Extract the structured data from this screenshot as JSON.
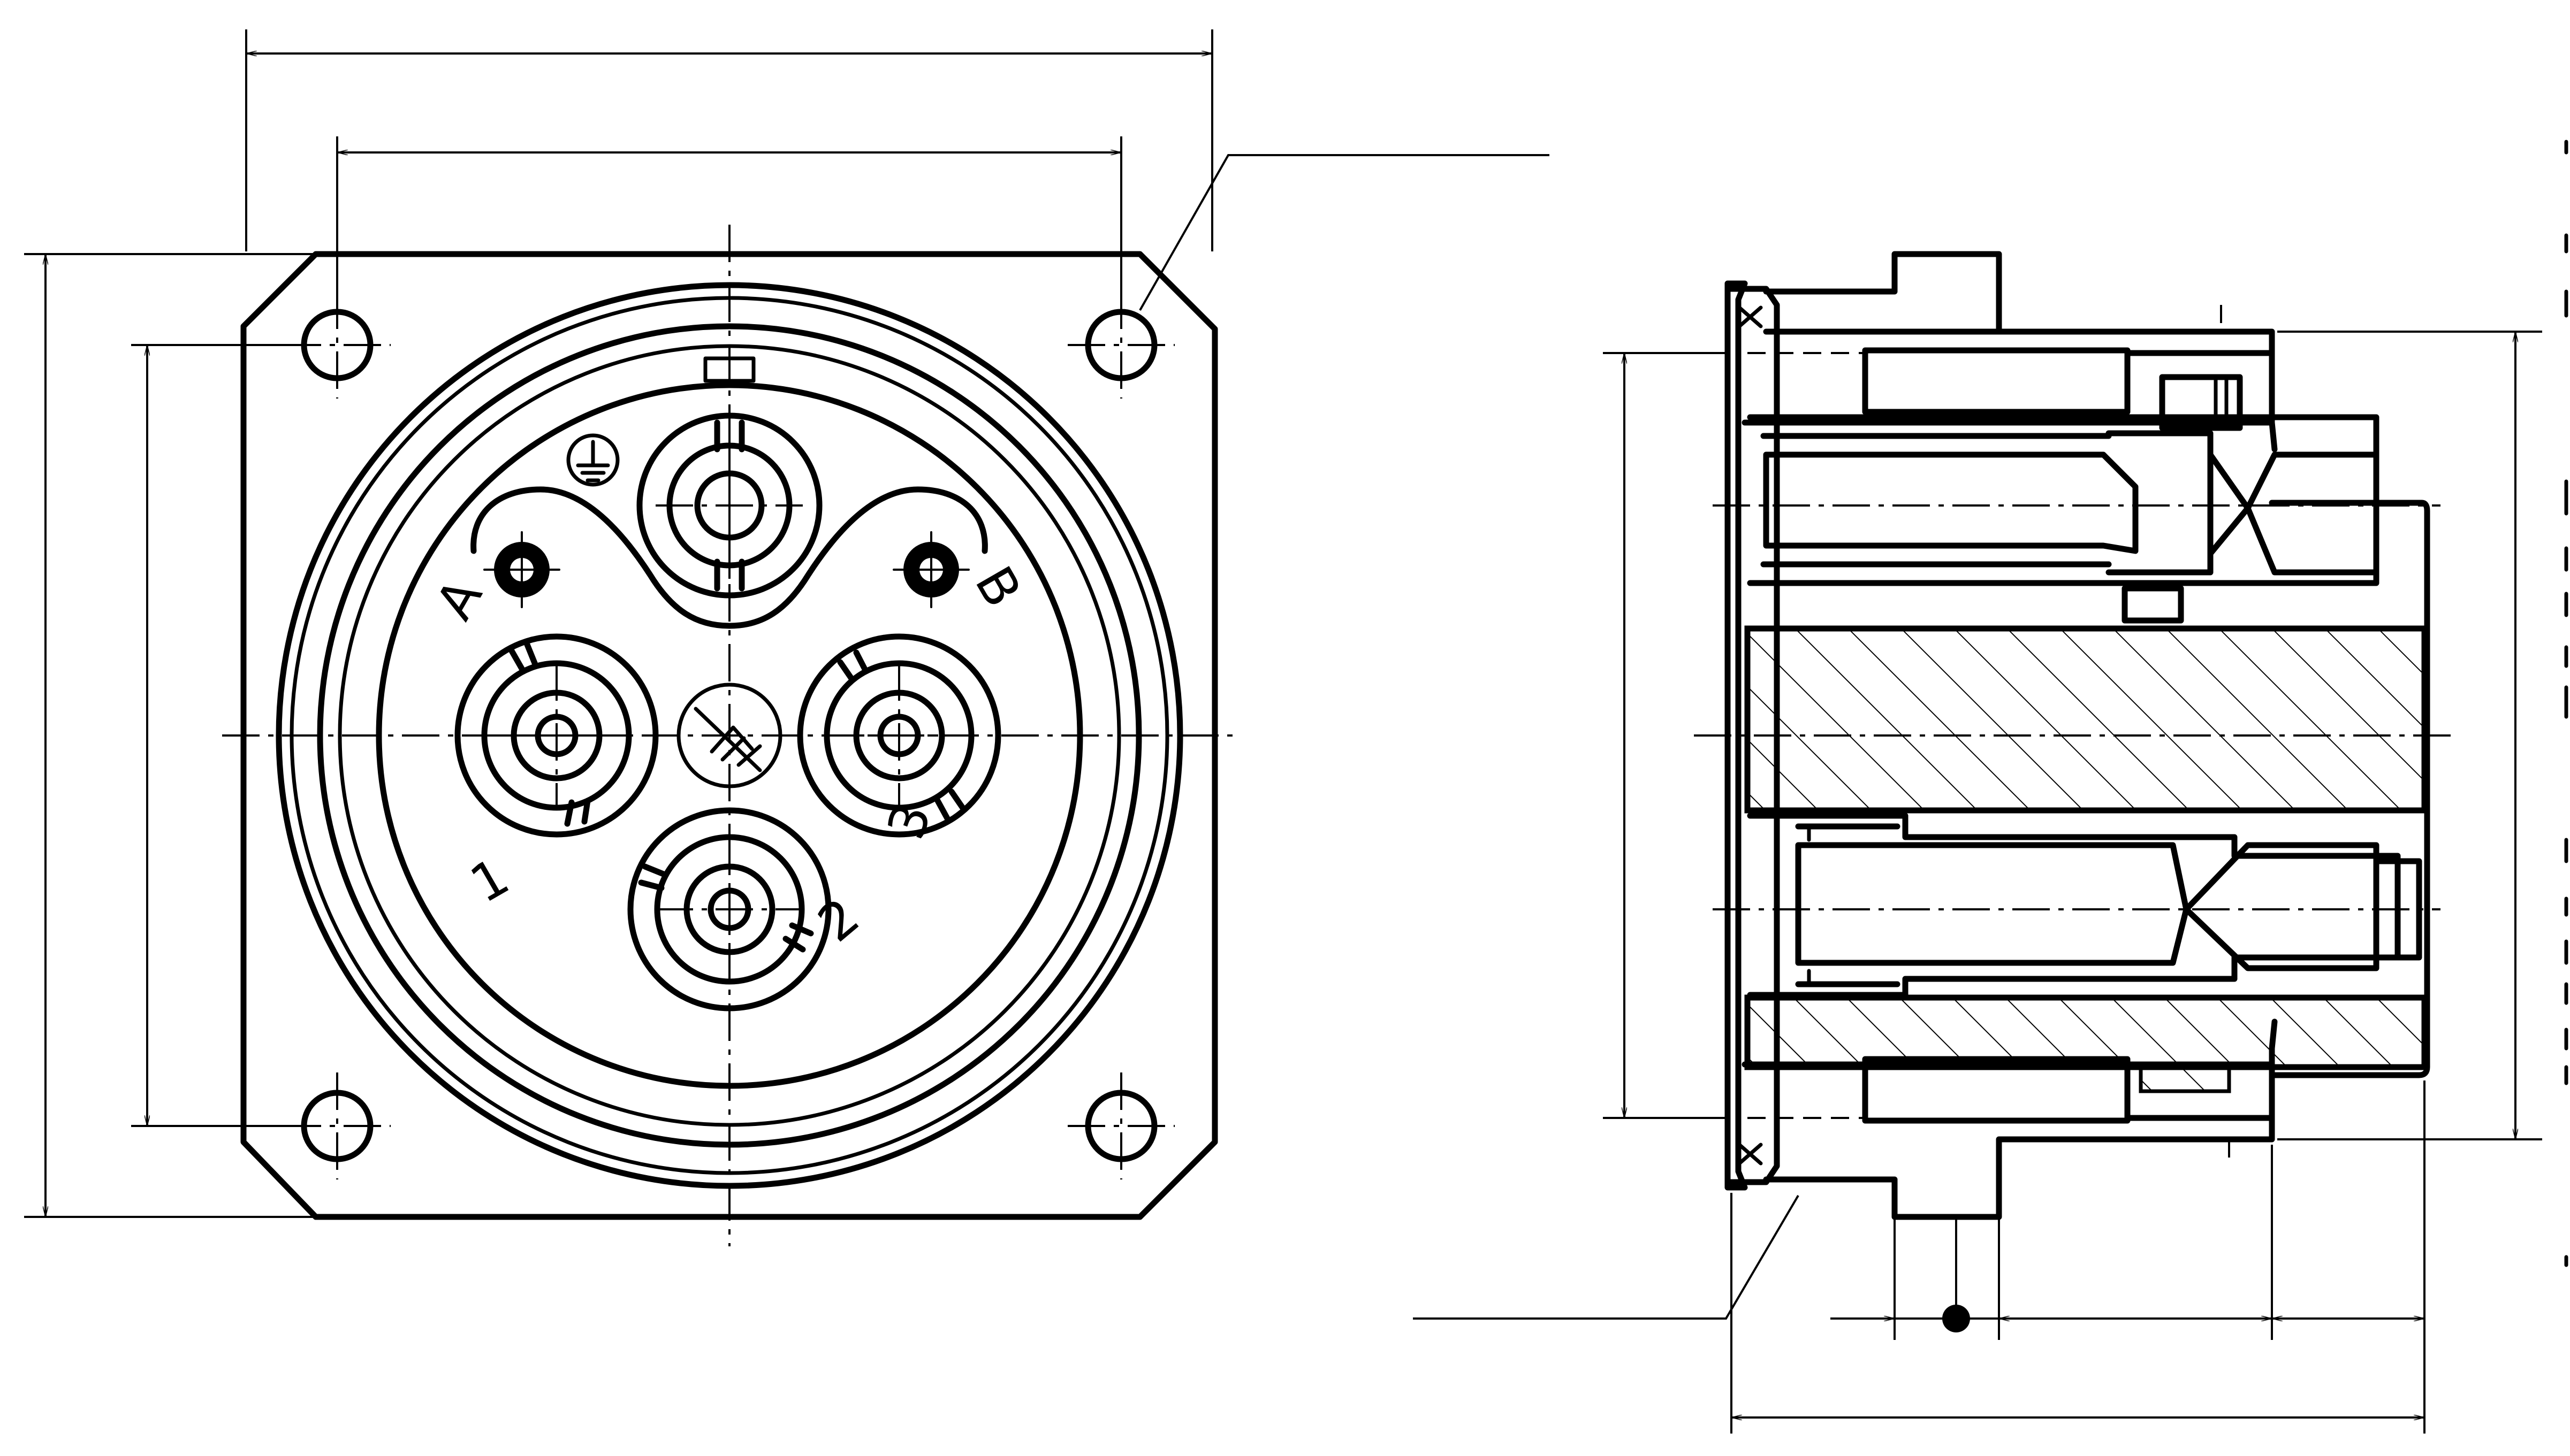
{
  "drawing": {
    "labels": {
      "ground": "⏚",
      "a": "A",
      "b": "B",
      "one": "1",
      "two": "2",
      "three": "3"
    },
    "colors": {
      "line": "#000000",
      "background": "#ffffff"
    }
  }
}
